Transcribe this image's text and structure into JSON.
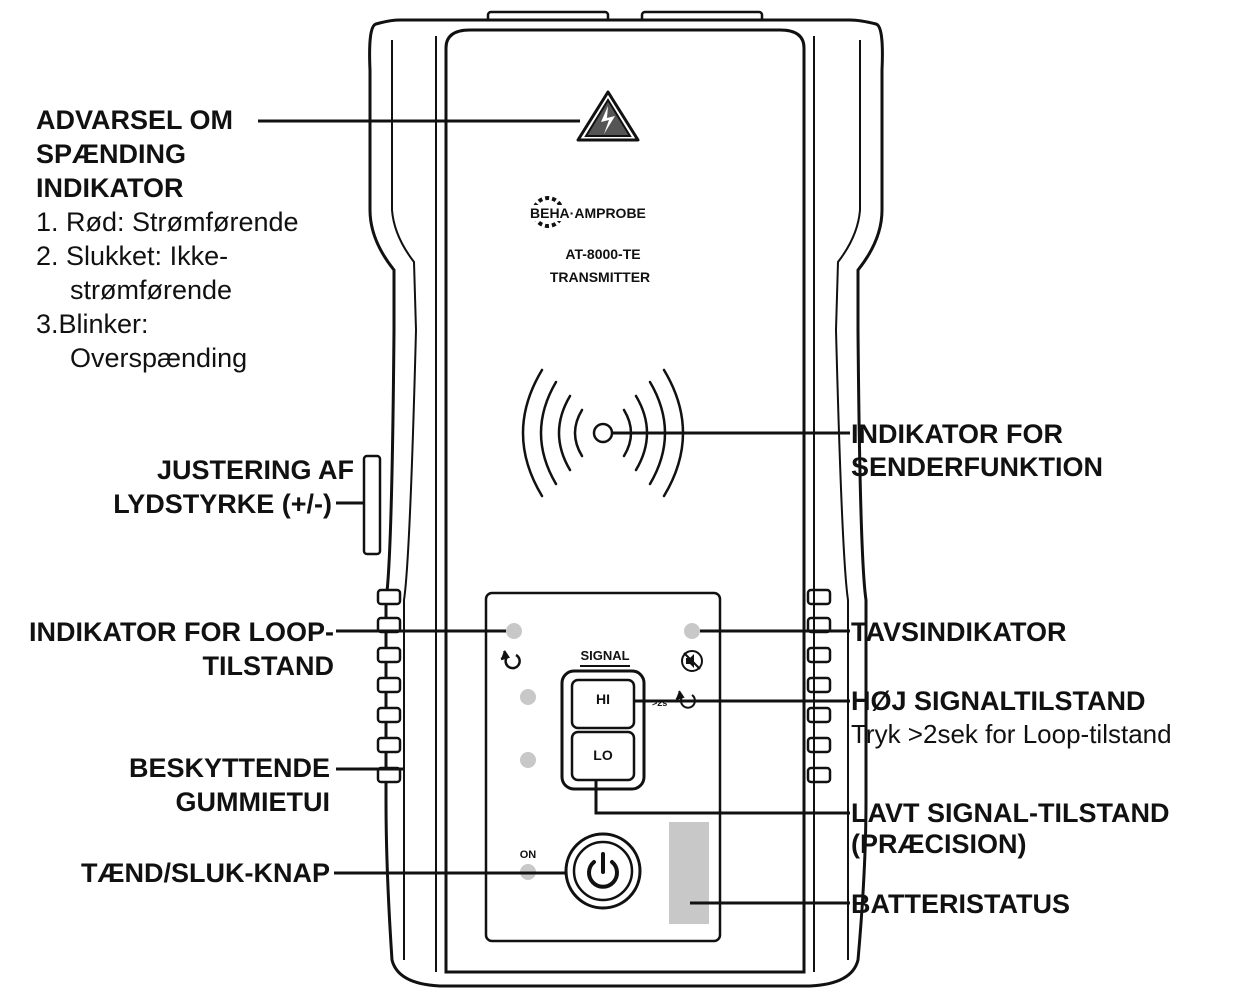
{
  "device": {
    "brand": "BEHA·AMPROBE",
    "model": "AT-8000-TE",
    "type": "TRANSMITTER",
    "signal_label": "SIGNAL",
    "hi_label": "HI",
    "lo_label": "LO",
    "on_label": "ON",
    "hold_hint": ">2s"
  },
  "callouts": {
    "voltage_warning": {
      "title": [
        "ADVARSEL OM",
        "SPÆNDING",
        "INDIKATOR"
      ],
      "items": [
        "1. Rød: Strømførende",
        "2.  Slukket: Ikke-",
        "strømførende",
        "3.Blinker:",
        "Overspænding"
      ]
    },
    "volume": [
      "JUSTERING AF",
      "LYDSTYRKE (+/-)"
    ],
    "loop_indicator": [
      "INDIKATOR FOR LOOP-",
      "TILSTAND"
    ],
    "protective_case": [
      "BESKYTTENDE",
      "GUMMIETUI"
    ],
    "power_button": "TÆND/SLUK-KNAP",
    "transmit_indicator": [
      "INDIKATOR FOR",
      "SENDERFUNKTION"
    ],
    "mute_indicator": "TAVSINDIKATOR",
    "high_signal": "HØJ SIGNALTILSTAND",
    "high_signal_hint": "Tryk >2sek for Loop-tilstand",
    "low_signal": [
      "LAVT SIGNAL-TILSTAND",
      "(PRÆCISION)"
    ],
    "battery_status": "BATTERISTATUS"
  }
}
